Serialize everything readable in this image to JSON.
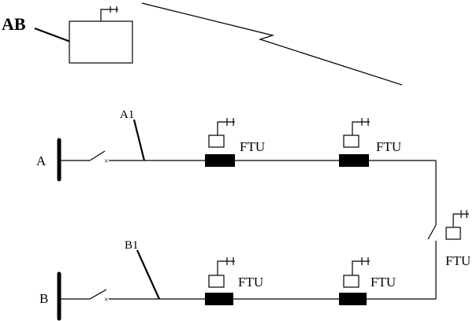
{
  "master_station": {
    "label": "AB"
  },
  "buses": [
    {
      "label": "A",
      "feeder_label": "A1"
    },
    {
      "label": "B",
      "feeder_label": "B1"
    }
  ],
  "ftu_labels": {
    "top_1": "FTU",
    "top_2": "FTU",
    "tie": "FTU",
    "bottom_1": "FTU",
    "bottom_2": "FTU"
  },
  "colors": {
    "ink": "#000000",
    "background": "#ffffff"
  }
}
